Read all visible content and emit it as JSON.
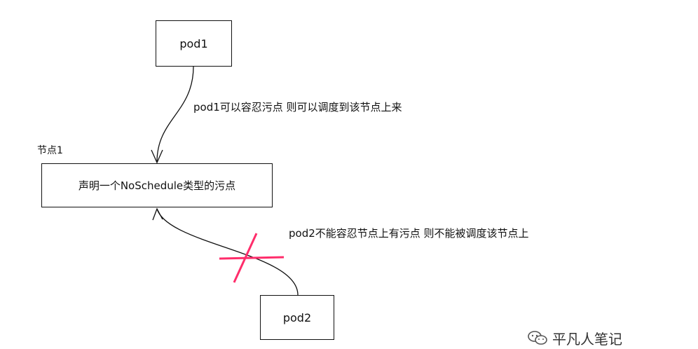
{
  "pod1": {
    "label": "pod1"
  },
  "pod2": {
    "label": "pod2"
  },
  "node": {
    "title": "节点1",
    "content": "声明一个NoSchedule类型的污点"
  },
  "notes": {
    "pod1_note": "pod1可以容忍污点 则可以调度到该节点上来",
    "pod2_note": "pod2不能容忍节点上有污点 则不能被调度该节点上"
  },
  "colors": {
    "line": "#111111",
    "cross": "#ff2d6b",
    "watermark": "#333333"
  },
  "watermark": {
    "text": "平凡人笔记",
    "icon": "wechat-icon"
  }
}
